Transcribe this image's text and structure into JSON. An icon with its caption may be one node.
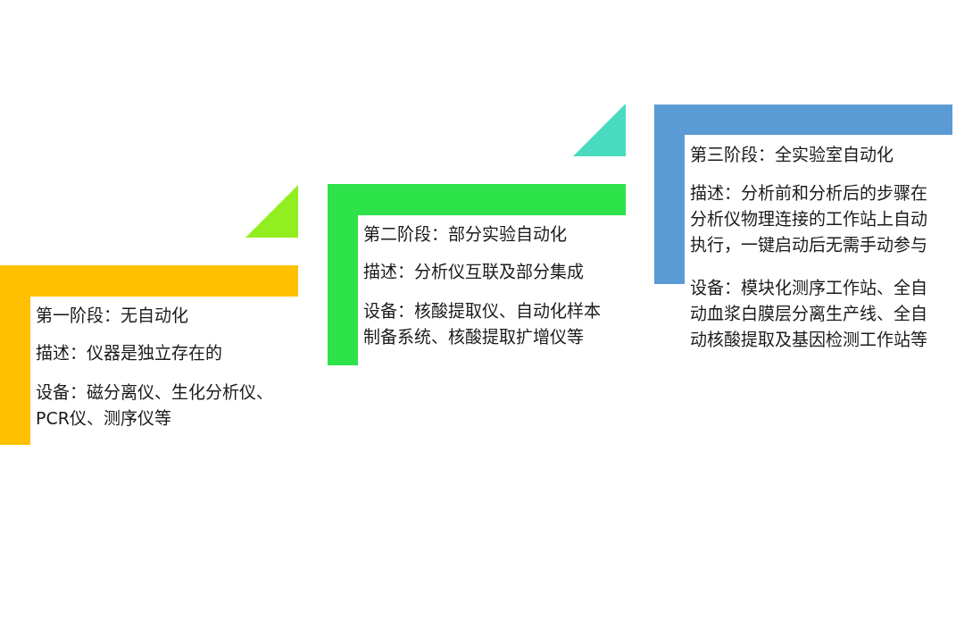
{
  "diagram": {
    "nodes": [
      {
        "text": [
          "第一阶段：无自动化",
          "描述：仪器是独立存在的",
          "设备：磁分离仪、生化分析仪、PCR仪、测序仪等"
        ]
      },
      {
        "text": [
          "第二阶段：部分实验自动化",
          "描述：分析仪互联及部分集成",
          "设备：核酸提取仪、自动化样本制备系统、核酸提取扩增仪等"
        ]
      },
      {
        "text": [
          "第三阶段：全实验室自动化",
          "描述：分析前和分析后的步骤在分析仪物理连接的工作站上自动执行，一键启动后无需手动参与",
          "设备：模块化测序工作站、全自动血浆白膜层分离生产线、全自动核酸提取及基因检测工作站等"
        ]
      }
    ]
  }
}
